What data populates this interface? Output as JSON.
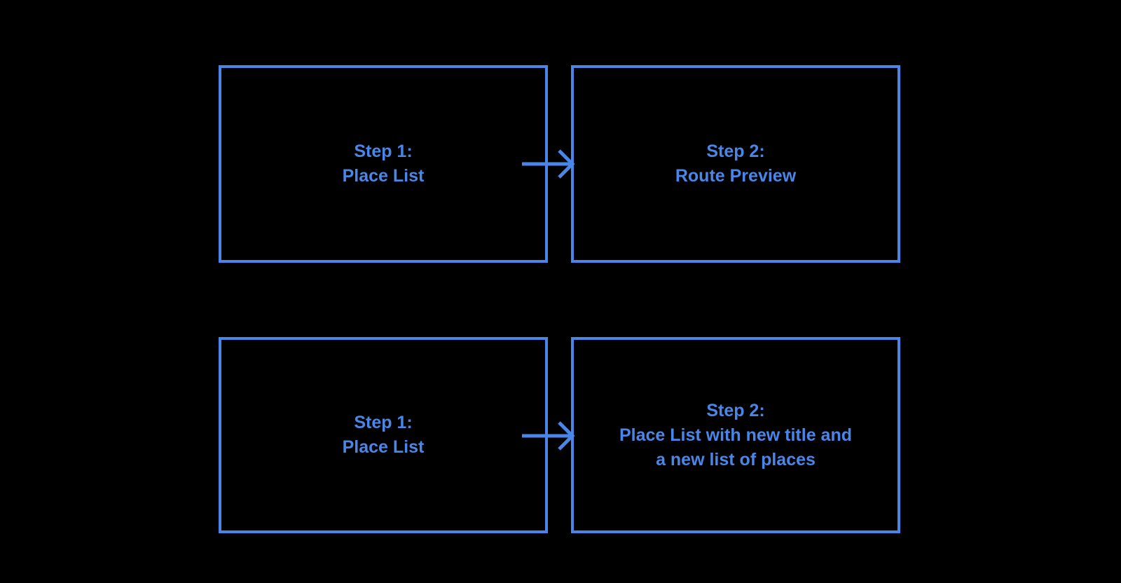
{
  "canvas": {
    "background": "#000000",
    "accent": "#4A86E8"
  },
  "diagram": {
    "description": "Two-row flow diagram of app steps",
    "rows": [
      {
        "boxes": [
          {
            "lines": [
              "Step 1:",
              "Place List"
            ]
          },
          {
            "lines": [
              "Step 2:",
              "Route Preview"
            ]
          }
        ],
        "arrow": {
          "icon": "arrow-right-icon",
          "direction": "right"
        }
      },
      {
        "boxes": [
          {
            "lines": [
              "Step 1:",
              "Place List"
            ]
          },
          {
            "lines": [
              "Step 2:",
              "Place List with new title and",
              "a new list of places"
            ]
          }
        ],
        "arrow": {
          "icon": "arrow-right-icon",
          "direction": "right"
        }
      }
    ]
  }
}
